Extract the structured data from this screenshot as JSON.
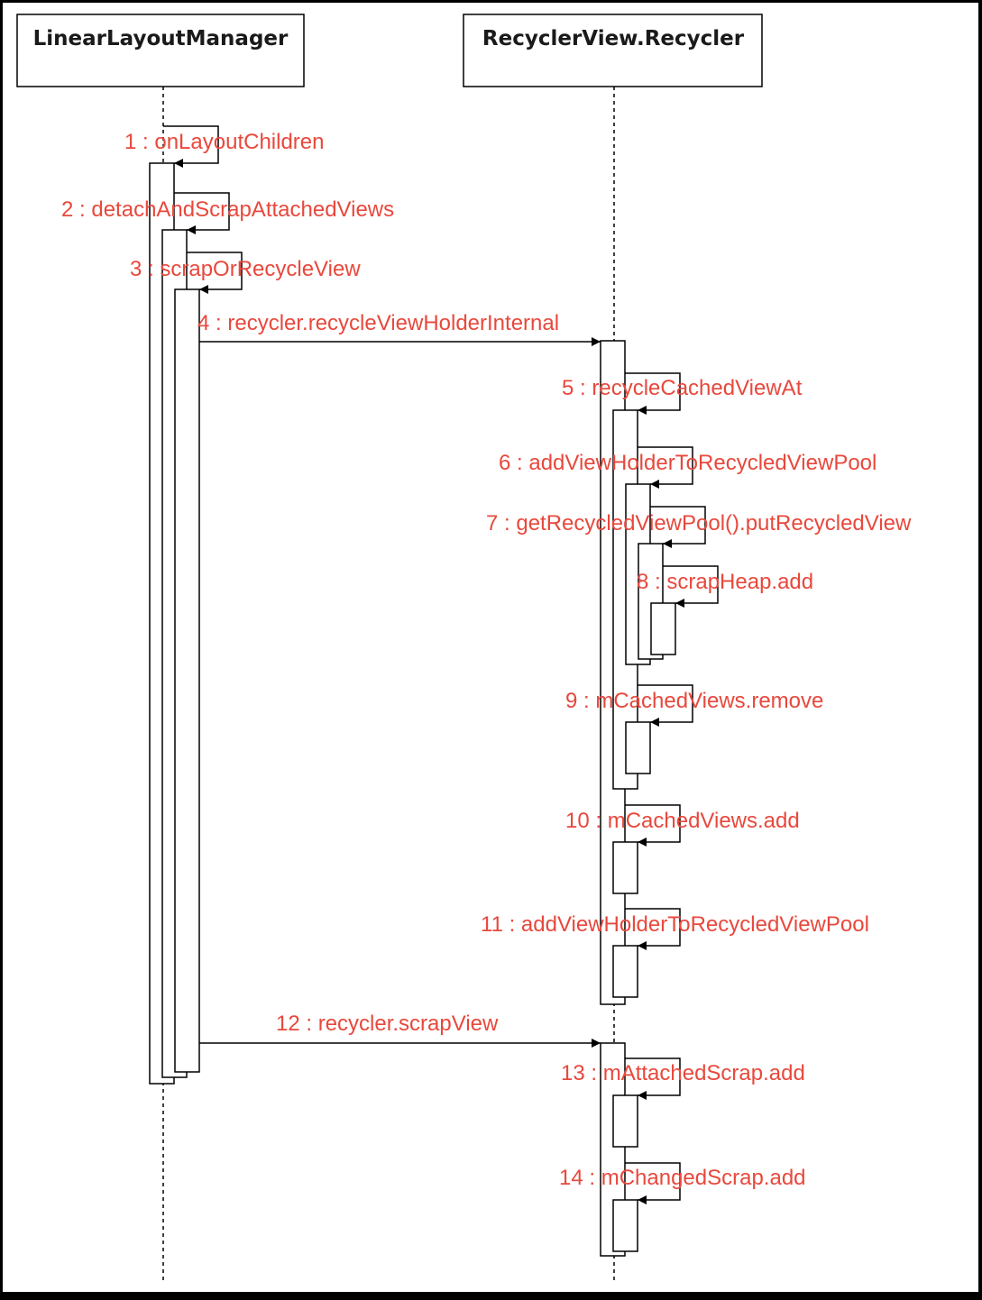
{
  "colors": {
    "canvas_bg": "#ffffff",
    "frame": "#000000",
    "line": "#000000",
    "message_text": "#e8483c",
    "participant_text": "#1a1a1a"
  },
  "participants": [
    {
      "id": "llm",
      "name": "LinearLayoutManager"
    },
    {
      "id": "rec",
      "name": "RecyclerView.Recycler"
    }
  ],
  "messages": [
    {
      "label": "1 : onLayoutChildren",
      "type": "self"
    },
    {
      "label": "2 : detachAndScrapAttachedViews",
      "type": "self"
    },
    {
      "label": "3 : scrapOrRecycleView",
      "type": "self"
    },
    {
      "label": "4 : recycler.recycleViewHolderInternal",
      "type": "call"
    },
    {
      "label": "5 : recycleCachedViewAt",
      "type": "self"
    },
    {
      "label": "6 : addViewHolderToRecycledViewPool",
      "type": "self"
    },
    {
      "label": "7 : getRecycledViewPool().putRecycledView",
      "type": "self"
    },
    {
      "label": "8 : scrapHeap.add",
      "type": "self"
    },
    {
      "label": "9 : mCachedViews.remove",
      "type": "self"
    },
    {
      "label": "10 : mCachedViews.add",
      "type": "self"
    },
    {
      "label": "11 : addViewHolderToRecycledViewPool",
      "type": "self"
    },
    {
      "label": "12 : recycler.scrapView",
      "type": "call"
    },
    {
      "label": "13 : mAttachedScrap.add",
      "type": "self"
    },
    {
      "label": "14 : mChangedScrap.add",
      "type": "self"
    }
  ]
}
